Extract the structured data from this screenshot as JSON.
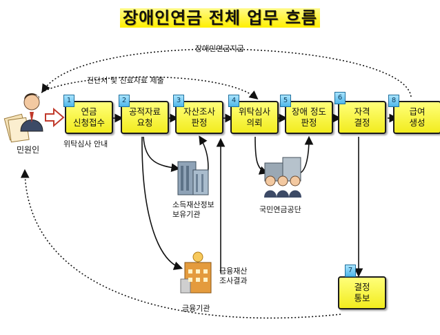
{
  "title": "장애인연금 전체 업무 흐름",
  "loop_labels": {
    "top": "장애인연금지급",
    "second": "진단서 및 진료자료 제출"
  },
  "actor": {
    "label": "민원인"
  },
  "steps": [
    {
      "num": "1",
      "label": "연금\n신청접수"
    },
    {
      "num": "2",
      "label": "공적자료\n요청"
    },
    {
      "num": "3",
      "label": "자산조사\n판정"
    },
    {
      "num": "4",
      "label": "위탁심사\n의뢰"
    },
    {
      "num": "5",
      "label": "장애 정도\n판정"
    },
    {
      "num": "6",
      "label": "자격\n결정"
    },
    {
      "num": "8",
      "label": "급여\n생성"
    },
    {
      "num": "7",
      "label": "결정\n통보"
    }
  ],
  "annotations": {
    "consignment_guide": "위탁심사 안내",
    "income_agency": "소득재산정보\n보유기관",
    "financial_result": "금융재산\n조사결과",
    "financial_institution": "금융기관",
    "nps": "국민연금공단"
  },
  "colors": {
    "box_fill": "#f5ef2a",
    "number_badge": "#6cc7f0",
    "arrow_red": "#c0392b"
  }
}
